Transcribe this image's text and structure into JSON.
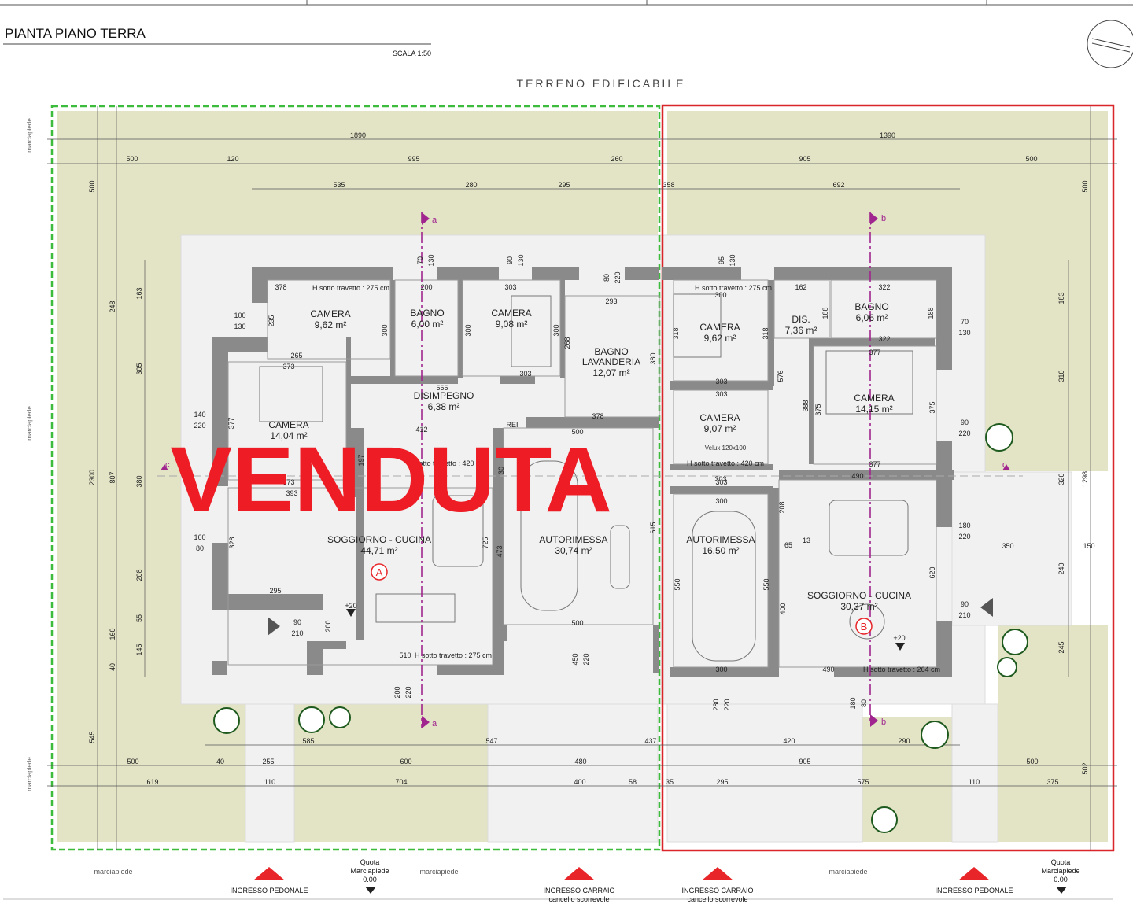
{
  "header": {
    "title": "PIANTA PIANO TERRA",
    "scale": "SCALA 1:50",
    "site_label": "TERRENO EDIFICABILE"
  },
  "stamp": "VENDUTA",
  "colors": {
    "lawn": "#e3e3c6",
    "wall": "#8a8a8a",
    "paving": "#f0f0f0",
    "lot_a_border": "#3dbb3d",
    "lot_b_border": "#d9262b",
    "stamp": "#ee1c25",
    "section_line": "#a0258e",
    "unit_marker": "#e8262a"
  },
  "street_labels": {
    "marciapiede_left": "marciapiede",
    "marciapiede_mid": "marciapiede",
    "marciapiede_right": "marciapiede",
    "side_top": "marciapiede",
    "side_mid": "marciapiede",
    "side_bottom": "marciapiede"
  },
  "entrances": [
    {
      "label": "INGRESSO PEDONALE",
      "sub": ""
    },
    {
      "label": "INGRESSO CARRAIO",
      "sub": "cancello scorrevole"
    },
    {
      "label": "INGRESSO CARRAIO",
      "sub": "cancello scorrevole"
    },
    {
      "label": "INGRESSO PEDONALE",
      "sub": ""
    }
  ],
  "quotas": [
    {
      "line1": "Quota",
      "line2": "Marciapiede",
      "value": "0.00"
    },
    {
      "line1": "Quota",
      "line2": "Marciapiede",
      "value": "0.00"
    }
  ],
  "units": {
    "a": {
      "marker": "A",
      "rooms": [
        {
          "name": "CAMERA",
          "area": "9,62 m²"
        },
        {
          "name": "BAGNO",
          "area": "6,00 m²"
        },
        {
          "name": "CAMERA",
          "area": "9,08 m²"
        },
        {
          "name": "BAGNO",
          "name2": "LAVANDERIA",
          "area": "12,07 m²"
        },
        {
          "name": "DISIMPEGNO",
          "area": "6,38 m²"
        },
        {
          "name": "CAMERA",
          "area": "14,04 m²"
        },
        {
          "name": "SOGGIORNO - CUCINA",
          "area": "44,71 m²"
        },
        {
          "name": "AUTORIMESSA",
          "area": "30,74 m²"
        }
      ],
      "heights": [
        "H sotto travetto : 275 cm",
        "H sotto travetto : 420 cm",
        "H sotto travetto : 275 cm"
      ],
      "rei": "REI"
    },
    "b": {
      "marker": "B",
      "rooms": [
        {
          "name": "CAMERA",
          "area": "9,62 m²"
        },
        {
          "name": "DIS.",
          "area": "7,36 m²"
        },
        {
          "name": "BAGNO",
          "area": "6,06 m²"
        },
        {
          "name": "CAMERA",
          "area": "14,15 m²"
        },
        {
          "name": "CAMERA",
          "area": "9,07 m²"
        },
        {
          "name": "AUTORIMESSA",
          "area": "16,50 m²"
        },
        {
          "name": "SOGGIORNO - CUCINA",
          "area": "30,37 m²"
        }
      ],
      "heights": [
        "H sotto travetto : 275 cm",
        "H sotto travetto : 420 cm",
        "H sotto travetto : 264 cm"
      ],
      "velux": "Velux 120x100"
    }
  },
  "section_marks": {
    "a": "a",
    "b": "b",
    "c": "c"
  },
  "levels": [
    "+20",
    "+20"
  ],
  "dims": {
    "top_row1": [
      "1890",
      "1390"
    ],
    "top_row2": [
      "500",
      "120",
      "995",
      "260",
      "905",
      "500"
    ],
    "top_row3": [
      "535",
      "280",
      "295",
      "358",
      "692"
    ],
    "bottom_row1": [
      "585",
      "547",
      "437",
      "420",
      "290"
    ],
    "bottom_row2": [
      "500",
      "40",
      "255",
      "600",
      "480",
      "905",
      "500"
    ],
    "bottom_row3": [
      "619",
      "110",
      "704",
      "400",
      "58",
      "35",
      "295",
      "575",
      "110",
      "375"
    ],
    "left_outer": [
      "500",
      "2300",
      "545"
    ],
    "left_mid": [
      "248",
      "807",
      "160",
      "40"
    ],
    "left_inner": [
      "163",
      "305",
      "380",
      "208",
      "55",
      "145"
    ],
    "right_outer": [
      "500",
      "1298",
      "502"
    ],
    "right_inner": [
      "183",
      "310",
      "320",
      "240",
      "245"
    ],
    "right_extra": [
      "150",
      "350"
    ],
    "openings": [
      "100",
      "130",
      "140",
      "220",
      "160",
      "80",
      "90",
      "210",
      "70",
      "130",
      "90",
      "220",
      "180",
      "220",
      "90",
      "210",
      "70",
      "130",
      "90",
      "130",
      "80",
      "220",
      "95",
      "130",
      "200",
      "220",
      "450",
      "220",
      "280",
      "220",
      "180",
      "80"
    ],
    "interior": [
      "378",
      "235",
      "265",
      "373",
      "377",
      "373",
      "393",
      "200",
      "300",
      "300",
      "303",
      "300",
      "303",
      "293",
      "268",
      "380",
      "378",
      "555",
      "412",
      "500",
      "197",
      "30",
      "725",
      "473",
      "615",
      "500",
      "328",
      "295",
      "200",
      "510",
      "162",
      "322",
      "188",
      "188",
      "322",
      "377",
      "318",
      "318",
      "303",
      "303",
      "300",
      "303",
      "303",
      "388",
      "375",
      "375",
      "377",
      "490",
      "576",
      "300",
      "550",
      "550",
      "300",
      "208",
      "13",
      "65",
      "400",
      "620",
      "490"
    ]
  }
}
